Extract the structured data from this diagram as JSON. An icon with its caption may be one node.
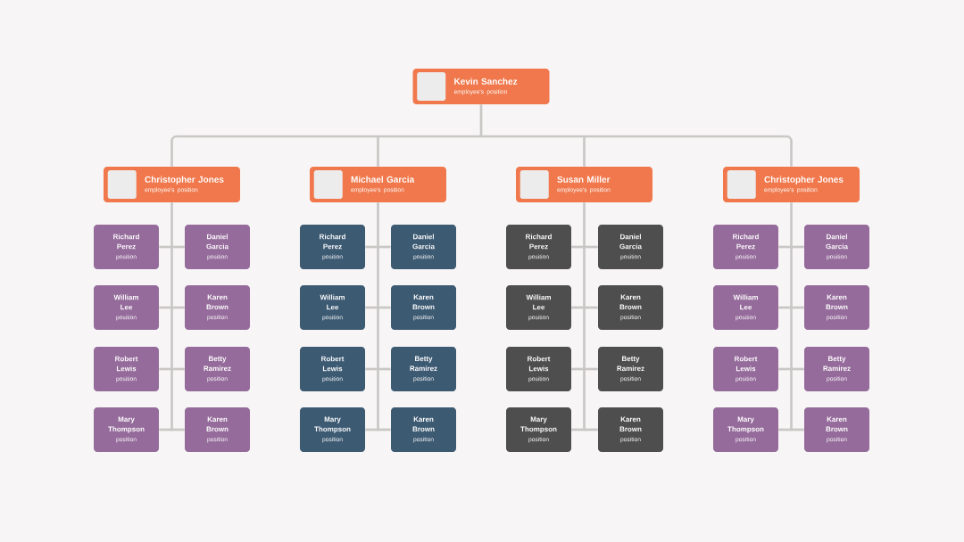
{
  "diagram": {
    "nodes": [
      {
        "text": [
          "Kevin Sanchez",
          "employee's position"
        ]
      },
      {
        "text": [
          "Christopher Jones",
          "employee's position"
        ]
      },
      {
        "text": [
          "Michael Garcia",
          "employee's position"
        ]
      },
      {
        "text": [
          "Susan Miller",
          "employee's position"
        ]
      },
      {
        "text": [
          "Christopher Jones",
          "employee's position"
        ]
      },
      {
        "text": [
          "Richard Perez",
          "position"
        ]
      },
      {
        "text": [
          "Daniel Garcia",
          "position"
        ]
      },
      {
        "text": [
          "William Lee",
          "position"
        ]
      },
      {
        "text": [
          "Karen Brown",
          "position"
        ]
      },
      {
        "text": [
          "Robert Lewis",
          "position"
        ]
      },
      {
        "text": [
          "Betty Ramirez",
          "position"
        ]
      },
      {
        "text": [
          "Mary Thompson",
          "position"
        ]
      },
      {
        "text": [
          "Karen Brown",
          "position"
        ]
      },
      {
        "text": [
          "Richard Perez",
          "position"
        ]
      },
      {
        "text": [
          "Daniel Garcia",
          "position"
        ]
      },
      {
        "text": [
          "William Lee",
          "position"
        ]
      },
      {
        "text": [
          "Karen Brown",
          "position"
        ]
      },
      {
        "text": [
          "Robert Lewis",
          "position"
        ]
      },
      {
        "text": [
          "Betty Ramirez",
          "position"
        ]
      },
      {
        "text": [
          "Mary Thompson",
          "position"
        ]
      },
      {
        "text": [
          "Karen Brown",
          "position"
        ]
      },
      {
        "text": [
          "Richard Perez",
          "position"
        ]
      },
      {
        "text": [
          "Daniel Garcia",
          "position"
        ]
      },
      {
        "text": [
          "William Lee",
          "position"
        ]
      },
      {
        "text": [
          "Karen Brown",
          "position"
        ]
      },
      {
        "text": [
          "Robert Lewis",
          "position"
        ]
      },
      {
        "text": [
          "Betty Ramirez",
          "position"
        ]
      },
      {
        "text": [
          "Mary Thompson",
          "position"
        ]
      },
      {
        "text": [
          "Karen Brown",
          "position"
        ]
      },
      {
        "text": [
          "Richard Perez",
          "position"
        ]
      },
      {
        "text": [
          "Daniel Garcia",
          "position"
        ]
      },
      {
        "text": [
          "William Lee",
          "position"
        ]
      },
      {
        "text": [
          "Karen Brown",
          "position"
        ]
      },
      {
        "text": [
          "Robert Lewis",
          "position"
        ]
      },
      {
        "text": [
          "Betty Ramirez",
          "position"
        ]
      },
      {
        "text": [
          "Mary Thompson",
          "position"
        ]
      },
      {
        "text": [
          "Karen Brown",
          "position"
        ]
      }
    ],
    "edges": [
      {
        "from": 0,
        "to": 1,
        "arrow": "none"
      },
      {
        "from": 0,
        "to": 2,
        "arrow": "none"
      },
      {
        "from": 0,
        "to": 3,
        "arrow": "none"
      },
      {
        "from": 0,
        "to": 4,
        "arrow": "none"
      },
      {
        "from": 1,
        "to": 5,
        "arrow": "none"
      },
      {
        "from": 1,
        "to": 6,
        "arrow": "none"
      },
      {
        "from": 1,
        "to": 7,
        "arrow": "none"
      },
      {
        "from": 1,
        "to": 8,
        "arrow": "none"
      },
      {
        "from": 1,
        "to": 9,
        "arrow": "none"
      },
      {
        "from": 1,
        "to": 10,
        "arrow": "none"
      },
      {
        "from": 1,
        "to": 11,
        "arrow": "none"
      },
      {
        "from": 1,
        "to": 12,
        "arrow": "none"
      },
      {
        "from": 2,
        "to": 13,
        "arrow": "none"
      },
      {
        "from": 2,
        "to": 14,
        "arrow": "none"
      },
      {
        "from": 2,
        "to": 15,
        "arrow": "none"
      },
      {
        "from": 2,
        "to": 16,
        "arrow": "none"
      },
      {
        "from": 2,
        "to": 17,
        "arrow": "none"
      },
      {
        "from": 2,
        "to": 18,
        "arrow": "none"
      },
      {
        "from": 2,
        "to": 19,
        "arrow": "none"
      },
      {
        "from": 2,
        "to": 20,
        "arrow": "none"
      },
      {
        "from": 3,
        "to": 21,
        "arrow": "none"
      },
      {
        "from": 3,
        "to": 22,
        "arrow": "none"
      },
      {
        "from": 3,
        "to": 23,
        "arrow": "none"
      },
      {
        "from": 3,
        "to": 24,
        "arrow": "none"
      },
      {
        "from": 3,
        "to": 25,
        "arrow": "none"
      },
      {
        "from": 3,
        "to": 26,
        "arrow": "none"
      },
      {
        "from": 3,
        "to": 27,
        "arrow": "none"
      },
      {
        "from": 3,
        "to": 28,
        "arrow": "none"
      },
      {
        "from": 4,
        "to": 29,
        "arrow": "none"
      },
      {
        "from": 4,
        "to": 30,
        "arrow": "none"
      },
      {
        "from": 4,
        "to": 31,
        "arrow": "none"
      },
      {
        "from": 4,
        "to": 32,
        "arrow": "none"
      },
      {
        "from": 4,
        "to": 33,
        "arrow": "none"
      },
      {
        "from": 4,
        "to": 34,
        "arrow": "none"
      },
      {
        "from": 4,
        "to": 35,
        "arrow": "none"
      },
      {
        "from": 4,
        "to": 36,
        "arrow": "none"
      }
    ]
  }
}
